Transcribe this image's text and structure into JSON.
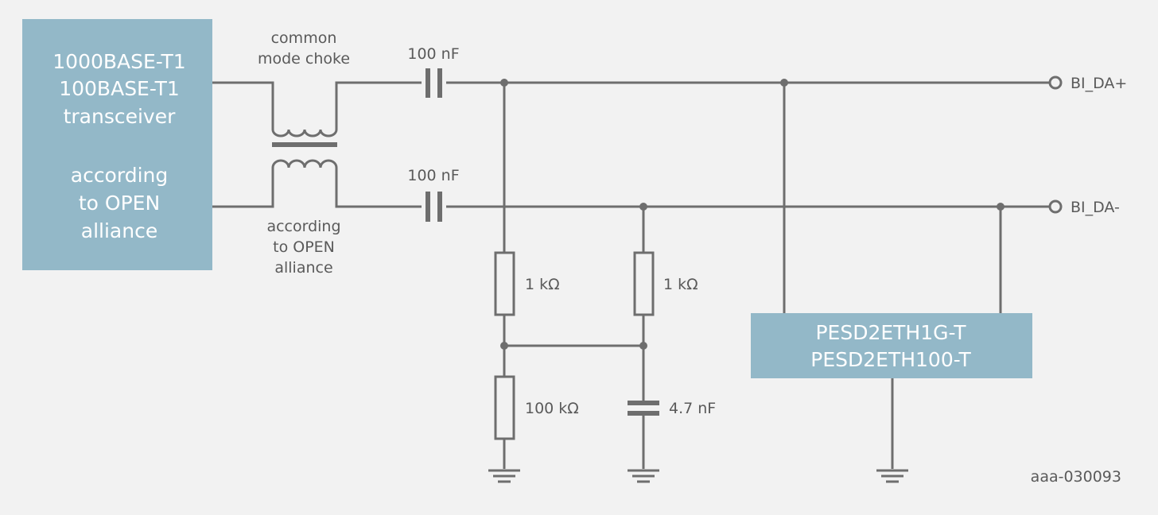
{
  "transceiver": {
    "lines": [
      "1000BASE-T1",
      "100BASE-T1",
      "transceiver",
      "according",
      "to OPEN",
      "alliance"
    ]
  },
  "choke": {
    "label_top": [
      "common",
      "mode choke"
    ],
    "label_bottom": [
      "according",
      "to OPEN",
      "alliance"
    ]
  },
  "capacitors": {
    "top_value": "100 nF",
    "bottom_value": "100 nF",
    "filter_value": "4.7 nF"
  },
  "resistors": {
    "left_upper": "1 kΩ",
    "right_upper": "1 kΩ",
    "left_lower": "100 kΩ"
  },
  "esd_device": {
    "lines": [
      "PESD2ETH1G-T",
      "PESD2ETH100-T"
    ]
  },
  "terminals": {
    "plus": "BI_DA+",
    "minus": "BI_DA-"
  },
  "figure_id": "aaa-030093",
  "colors": {
    "background": "#f2f2f2",
    "block": "#93b8c8",
    "wire": "#6e6e6e",
    "text": "#5a5a5a"
  }
}
